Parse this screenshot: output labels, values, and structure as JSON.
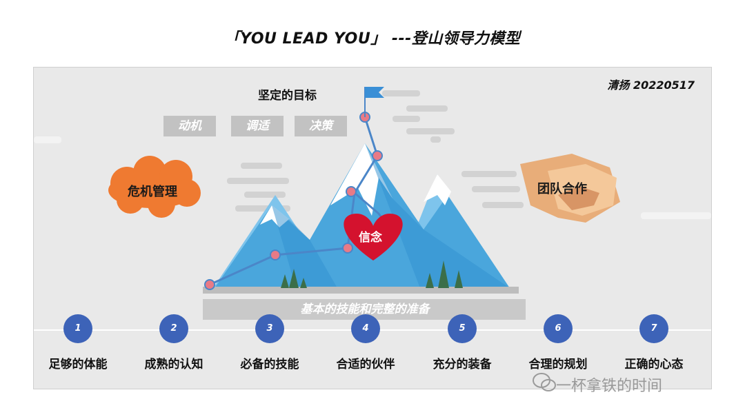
{
  "title": "「YOU LEAD YOU」 ---登山领导力模型",
  "author": "清扬  20220517",
  "goal": "坚定的目标",
  "tags": [
    "动机",
    "调适",
    "决策"
  ],
  "crisis": "危机管理",
  "team": "团队合作",
  "belief": "信念",
  "base": "基本的技能和完整的准备",
  "steps": [
    {
      "num": "1",
      "label": "足够的体能"
    },
    {
      "num": "2",
      "label": "成熟的认知"
    },
    {
      "num": "3",
      "label": "必备的技能"
    },
    {
      "num": "4",
      "label": "合适的伙伴"
    },
    {
      "num": "5",
      "label": "充分的装备"
    },
    {
      "num": "6",
      "label": "合理的规划"
    },
    {
      "num": "7",
      "label": "正确的心态"
    }
  ],
  "watermark": "一杯拿铁的时间",
  "colors": {
    "step_circle": "#3d63b8",
    "cloud": "#ef7a31",
    "heart": "#d4122e",
    "mountain": "#4aa6dc",
    "flag": "#3a8fd6",
    "waypoint": "#e97a86"
  }
}
